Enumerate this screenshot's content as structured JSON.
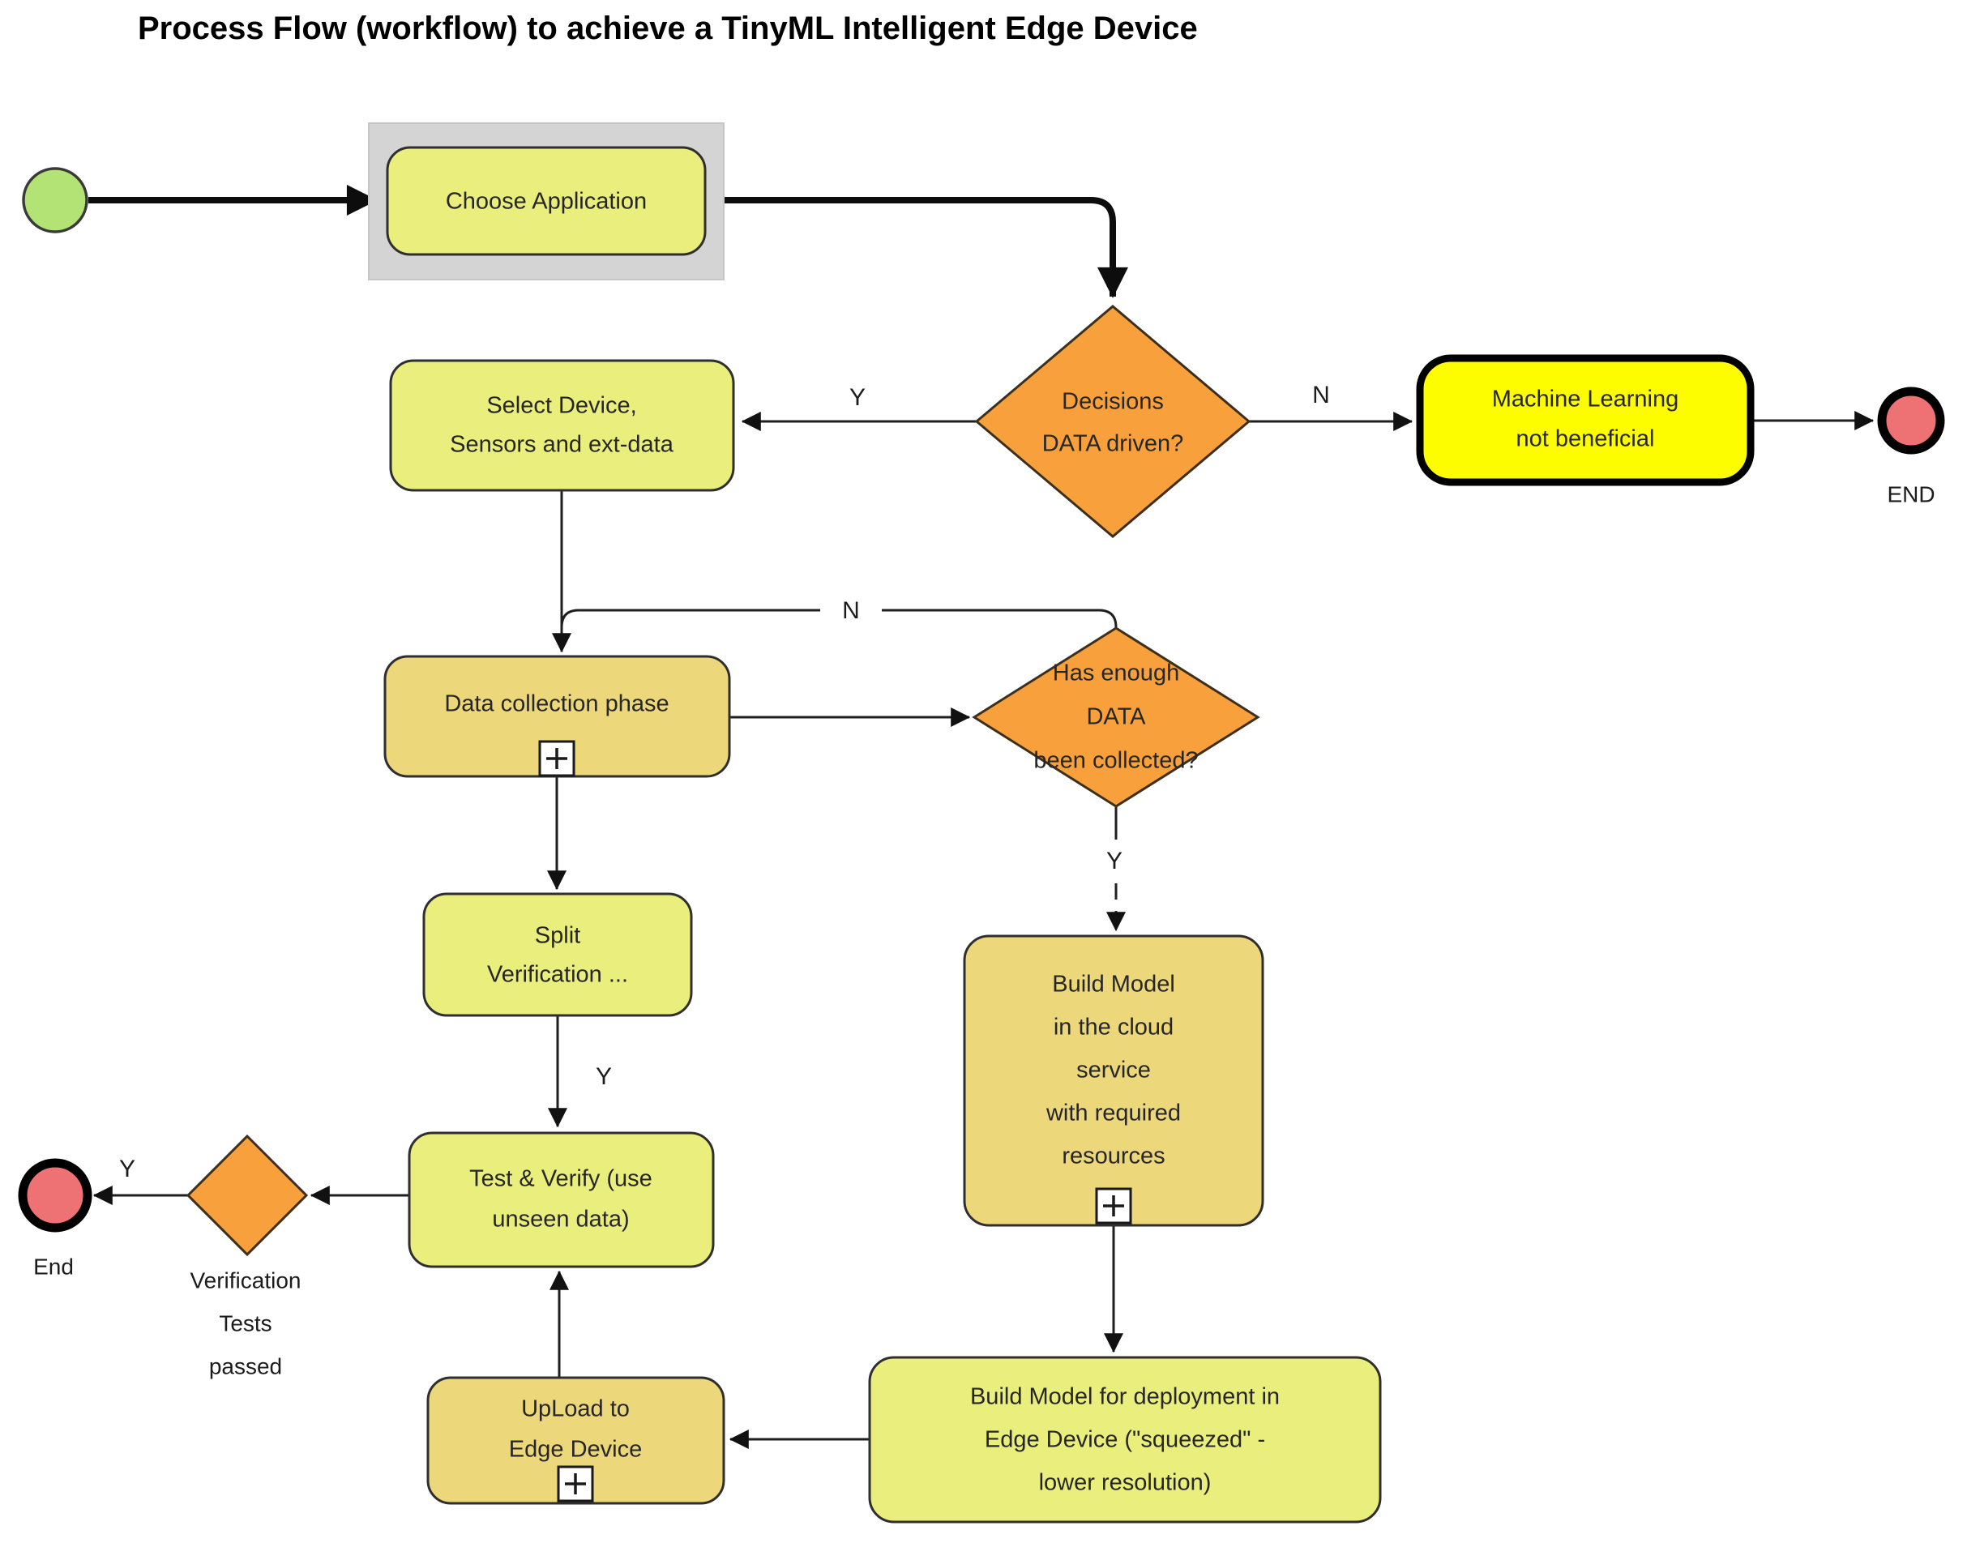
{
  "title": "Process Flow (workflow) to achieve a TinyML Intelligent Edge Device",
  "colors": {
    "background": "#ffffff",
    "task_fill": "#e9ee7d",
    "subprocess_fill": "#ecd77b",
    "gateway_fill": "#f8a13c",
    "highlight_task_fill": "#fdfd00",
    "start_event_fill": "#b3e374",
    "end_event_fill": "#ee7173",
    "selection_frame": "#d4d4d4"
  },
  "nodes": {
    "choose_application": {
      "label": "Choose Application"
    },
    "decisions_gateway": {
      "line1": "Decisions",
      "line2": "DATA driven?"
    },
    "select_device": {
      "line1": "Select Device,",
      "line2": "Sensors and ext-data"
    },
    "ml_not_beneficial": {
      "line1": "Machine Learning",
      "line2": "not beneficial"
    },
    "end_top": {
      "label": "END"
    },
    "data_collection": {
      "label": "Data collection phase"
    },
    "has_enough_gateway": {
      "line1": "Has enough",
      "line2": "DATA",
      "line3": "been collected?"
    },
    "split_verification": {
      "line1": "Split",
      "line2": "Verification ..."
    },
    "test_verify": {
      "line1": "Test & Verify (use",
      "line2": "unseen data)"
    },
    "verification_gateway": {
      "line1": "Verification",
      "line2": "Tests",
      "line3": "passed"
    },
    "end_bottom": {
      "label": "End"
    },
    "upload_edge_device": {
      "line1": "UpLoad to",
      "line2": "Edge Device"
    },
    "build_model_cloud": {
      "line1": "Build Model",
      "line2": "in the cloud",
      "line3": "service",
      "line4": "with required",
      "line5": "resources"
    },
    "build_model_deployment": {
      "line1": "Build Model for deployment in",
      "line2": "Edge Device (\"squeezed\" -",
      "line3": "lower resolution)"
    }
  },
  "edge_labels": {
    "decisions_yes": "Y",
    "decisions_no": "N",
    "loop_no": "N",
    "has_enough_yes": "Y",
    "split_yes": "Y",
    "verification_yes": "Y"
  }
}
